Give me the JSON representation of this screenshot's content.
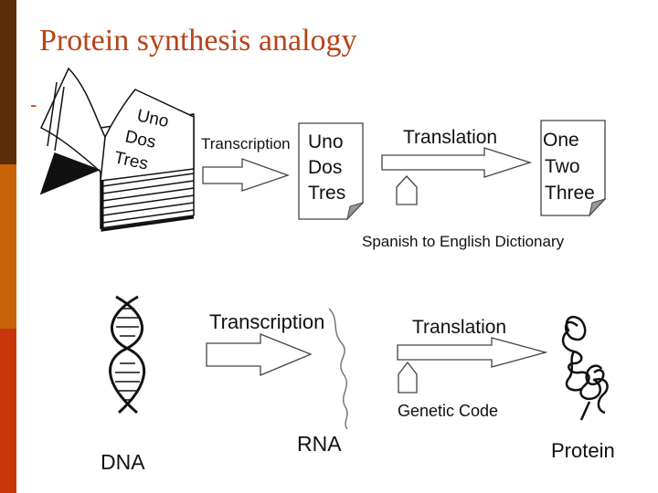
{
  "title": "Protein synthesis analogy",
  "bullet": "-",
  "colors": {
    "bar_top": "#5a2d06",
    "bar_middle": "#c8630a",
    "bar_bottom": "#c9360c",
    "title": "#b8431a"
  },
  "analogy": {
    "book_words": [
      "Uno",
      "Dos",
      "Tres"
    ],
    "transcription_label": "Transcription",
    "copy_words": [
      "Uno",
      "Dos",
      "Tres"
    ],
    "translation_label": "Translation",
    "result_words": [
      "One",
      "Two",
      "Three"
    ],
    "dictionary_label": "Spanish to English Dictionary"
  },
  "biology": {
    "transcription_label": "Transcription",
    "translation_label": "Translation",
    "code_label": "Genetic Code",
    "dna_label": "DNA",
    "rna_label": "RNA",
    "protein_label": "Protein"
  }
}
